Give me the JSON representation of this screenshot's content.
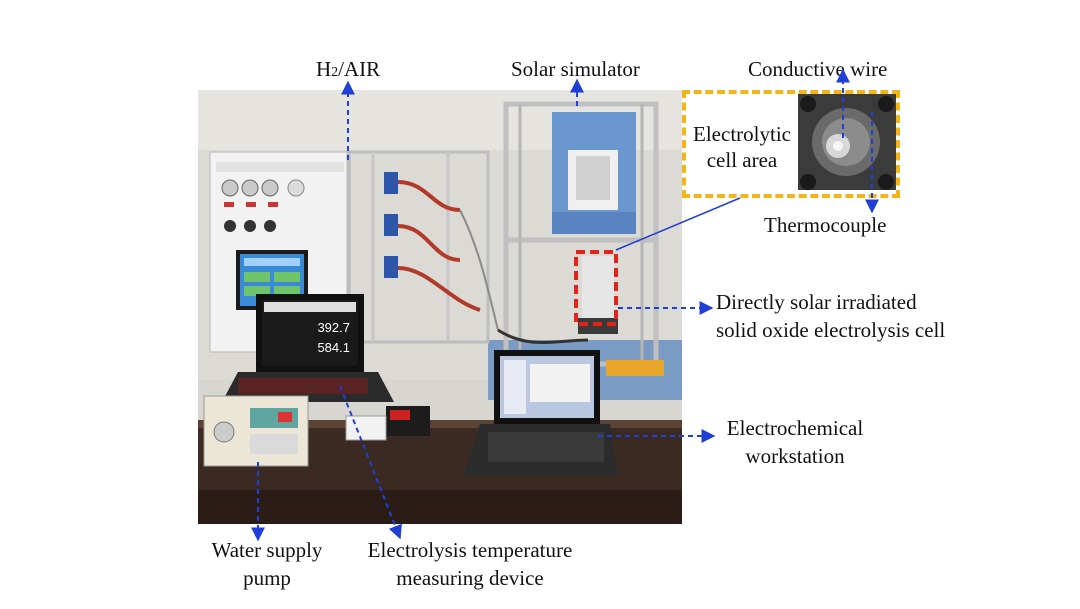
{
  "labels": {
    "h2_air": "H2/AIR",
    "solar_simulator": "Solar simulator",
    "conductive_wire": "Conductive wire",
    "electrolytic_cell_area_line1": "Electrolytic",
    "electrolytic_cell_area_line2": "cell area",
    "thermocouple": "Thermocouple",
    "directly_solar_line1": "Directly solar irradiated",
    "directly_solar_line2": "solid oxide electrolysis cell",
    "electrochemical_line1": "Electrochemical",
    "electrochemical_line2": "workstation",
    "water_pump_line1": "Water supply",
    "water_pump_line2": "pump",
    "temp_device_line1": "Electrolysis temperature",
    "temp_device_line2": "measuring device"
  },
  "laptop_readings": [
    "392.7",
    "584.1"
  ],
  "colors": {
    "arrow": "#1f3fd6",
    "inset_border": "#f3b51a",
    "cell_box": "#e5231b"
  }
}
